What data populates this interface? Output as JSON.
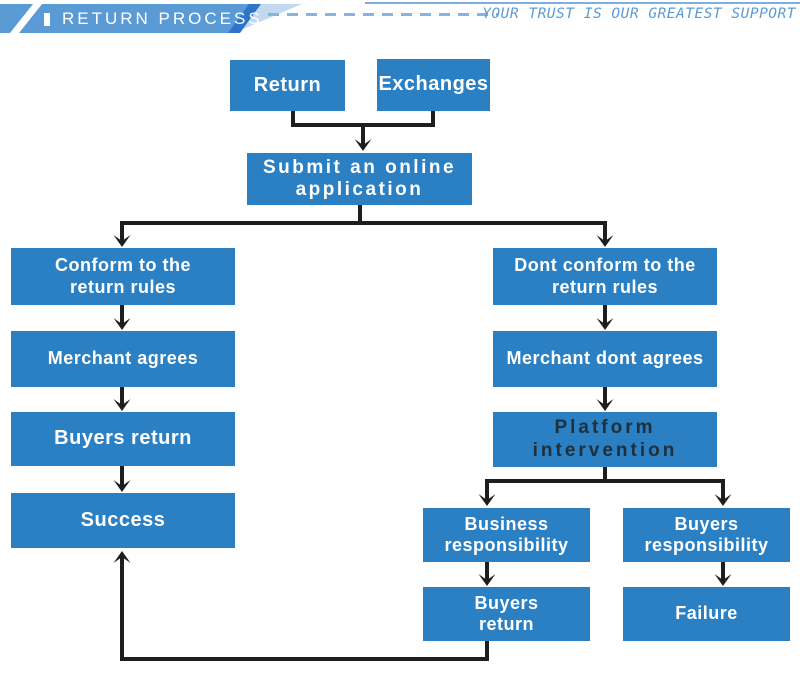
{
  "header": {
    "title": "RETURN PROCESS",
    "slogan": "YOUR TRUST IS OUR GREATEST SUPPORT",
    "banner_color": "#5b9bd5",
    "fold_accent_color": "#2f74c8",
    "dash_color": "#85b3e2"
  },
  "flowchart": {
    "node_color": "#2b7fc3",
    "node_text_color": "#ffffff",
    "platform_text_color": "#20303a",
    "line_color": "#1e1e1e",
    "nodes": {
      "return": {
        "label": "Return"
      },
      "exchanges": {
        "label": "Exchanges"
      },
      "submit": {
        "label": "Submit an online\napplication"
      },
      "conform": {
        "label": "Conform to the\nreturn rules"
      },
      "merchant_agrees": {
        "label": "Merchant agrees"
      },
      "buyers_return_left": {
        "label": "Buyers return"
      },
      "success": {
        "label": "Success"
      },
      "dont_conform": {
        "label": "Dont conform to the\nreturn rules"
      },
      "merchant_dont_agrees": {
        "label": "Merchant dont agrees"
      },
      "platform_intervention": {
        "label": "Platform\nintervention"
      },
      "business_responsibility": {
        "label": "Business\nresponsibility"
      },
      "buyers_responsibility": {
        "label": "Buyers\nresponsibility"
      },
      "buyers_return_bottom": {
        "label": "Buyers\nreturn"
      },
      "failure": {
        "label": "Failure"
      }
    }
  }
}
